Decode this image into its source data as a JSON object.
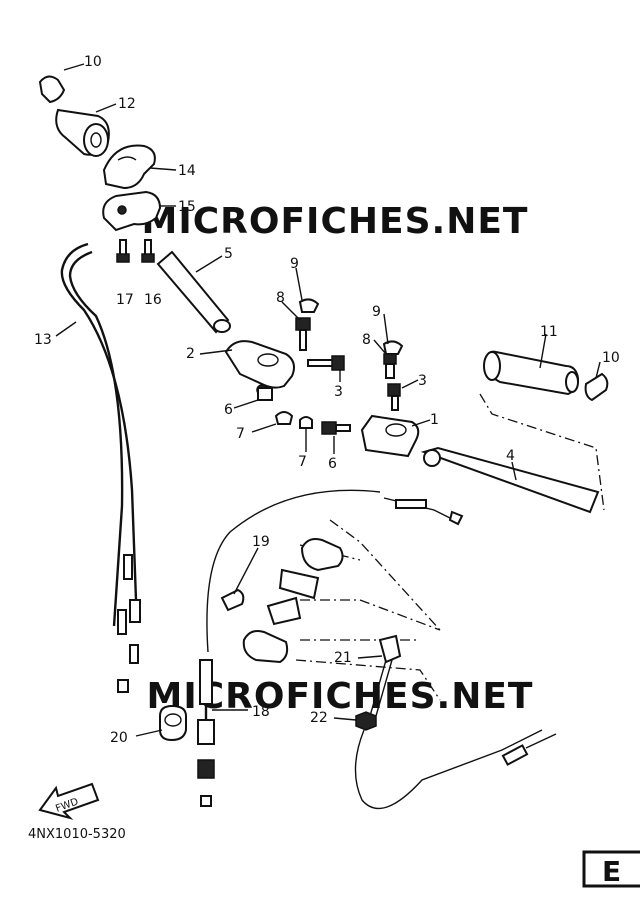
{
  "watermark": {
    "top": "MICROFICHES.NET",
    "bottom": "MICROFICHES.NET"
  },
  "callouts": {
    "c10a": "10",
    "c12": "12",
    "c14": "14",
    "c15": "15",
    "c17": "17",
    "c16": "16",
    "c13": "13",
    "c5": "5",
    "c9a": "9",
    "c8a": "8",
    "c2": "2",
    "c3a": "3",
    "c6a": "6",
    "c7a": "7",
    "c7b": "7",
    "c6b": "6",
    "c9b": "9",
    "c8b": "8",
    "c3b": "3",
    "c1": "1",
    "c11": "11",
    "c10b": "10",
    "c4": "4",
    "c19": "19",
    "c21": "21",
    "c18": "18",
    "c22": "22",
    "c20": "20"
  },
  "fwd_label": "FWD",
  "diagram_code": "4NX1010-5320",
  "page_ref": "E"
}
